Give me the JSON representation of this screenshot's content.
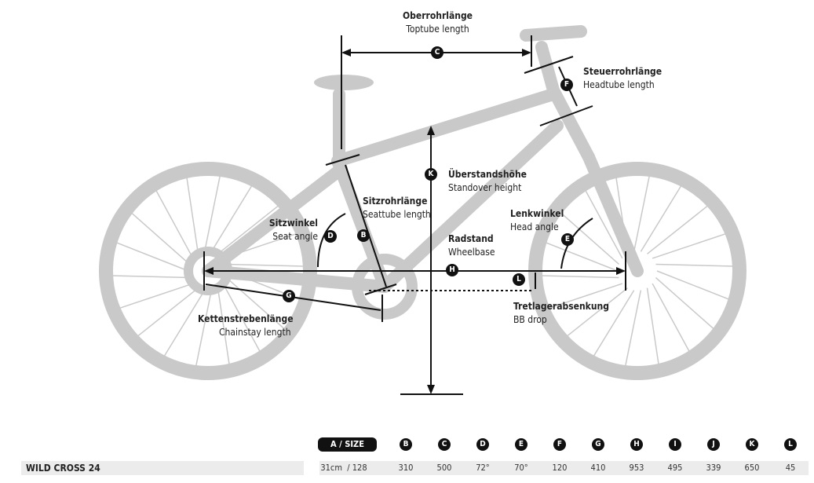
{
  "labels": {
    "toptube": {
      "de": "Oberrohrlänge",
      "en": "Toptube length",
      "key": "C"
    },
    "headtube": {
      "de": "Steuerrohrlänge",
      "en": "Headtube length",
      "key": "F"
    },
    "standover": {
      "de": "Überstandshöhe",
      "en": "Standover height",
      "key": "K"
    },
    "seattube": {
      "de": "Sitzrohrlänge",
      "en": "Seattube length",
      "key": "B"
    },
    "seatangle": {
      "de": "Sitzwinkel",
      "en": "Seat angle",
      "key": "D"
    },
    "headangle": {
      "de": "Lenkwinkel",
      "en": "Head angle",
      "key": "E"
    },
    "wheelbase": {
      "de": "Radstand",
      "en": "Wheelbase",
      "key": "H"
    },
    "bbdrop": {
      "de": "Tretlagerabsenkung",
      "en": "BB drop",
      "key": "L"
    },
    "chainstay": {
      "de": "Kettenstrebenlänge",
      "en": "Chainstay length",
      "key": "G"
    }
  },
  "table": {
    "size_header": "A / SIZE",
    "headers": [
      "B",
      "C",
      "D",
      "E",
      "F",
      "G",
      "H",
      "I",
      "J",
      "K",
      "L"
    ],
    "model": "WILD CROSS 24",
    "size": "31cm  / 128",
    "values": [
      "310",
      "500",
      "72°",
      "70°",
      "120",
      "410",
      "953",
      "495",
      "339",
      "650",
      "45"
    ]
  }
}
